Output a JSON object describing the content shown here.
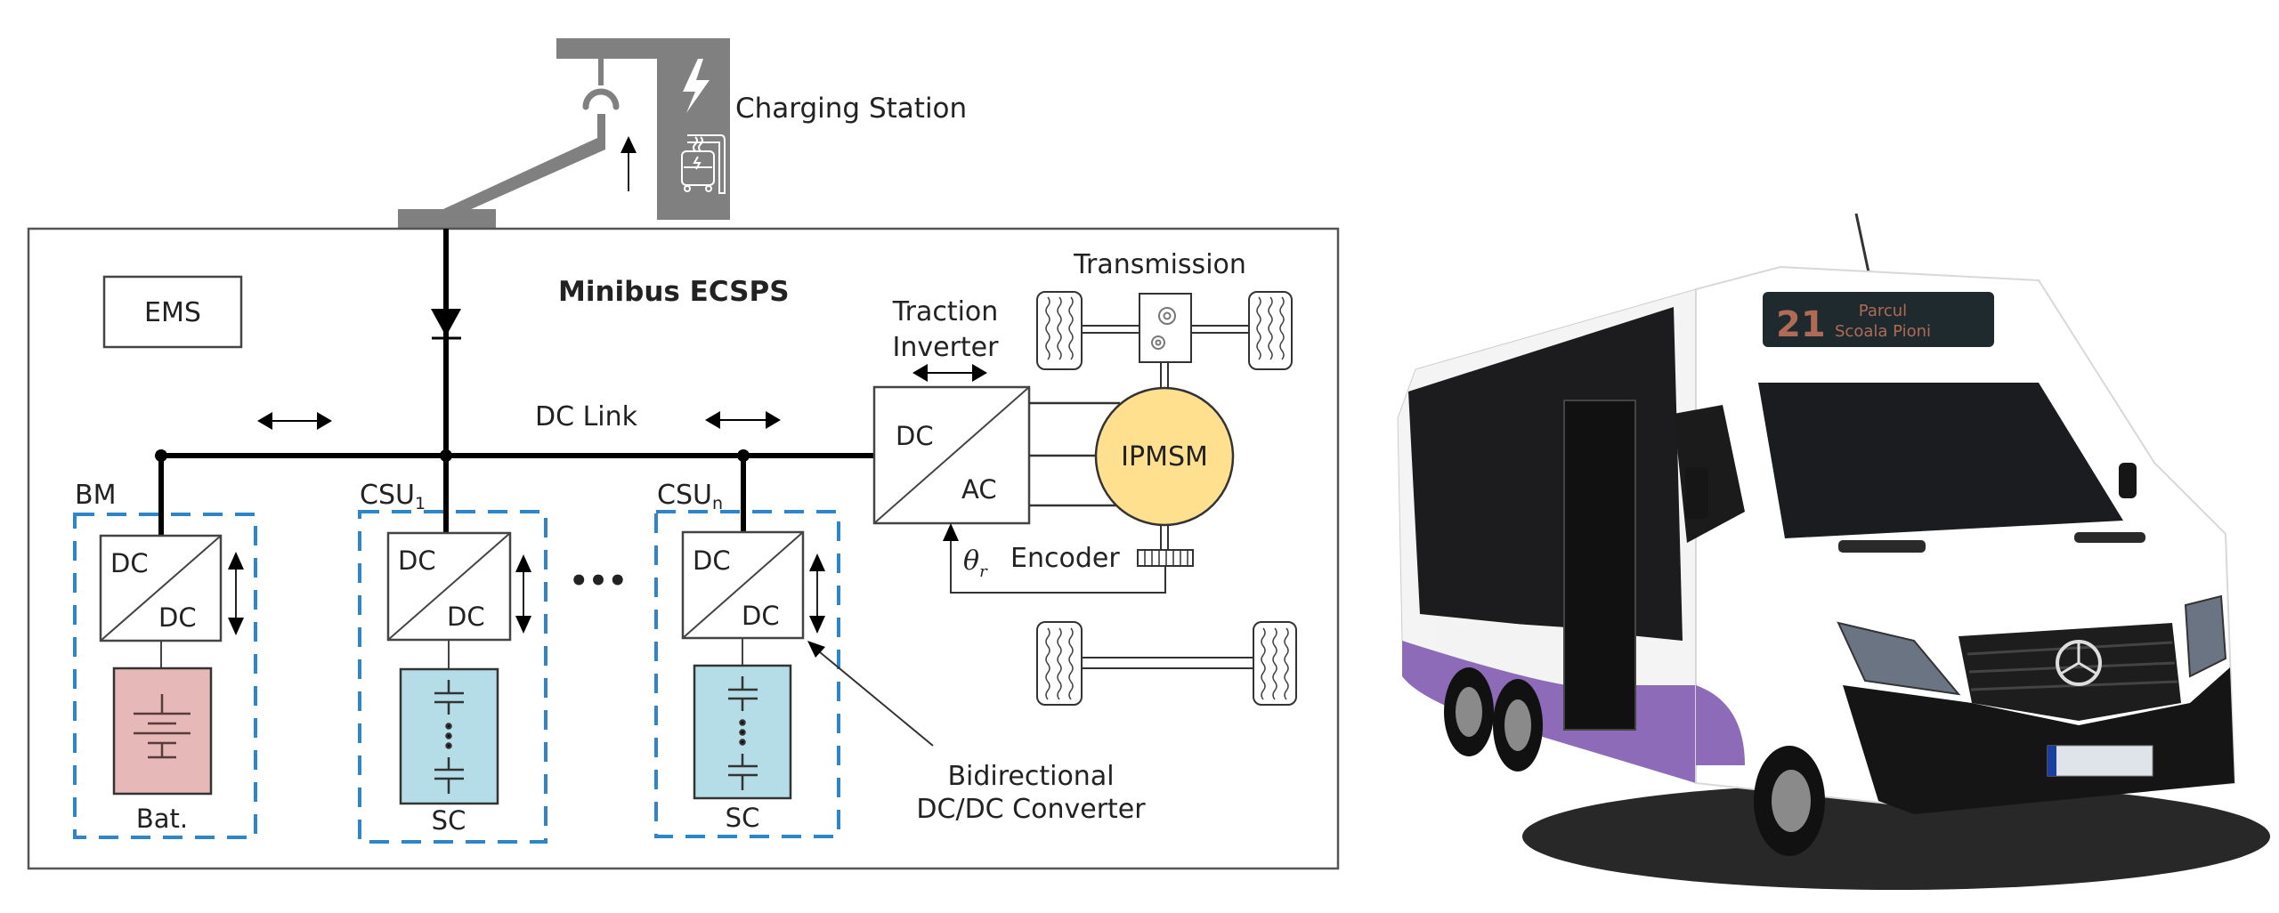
{
  "figure": {
    "charging_station": {
      "label": "Charging Station",
      "color": "#808080",
      "icons": [
        "pantograph-icon",
        "lightning-icon",
        "electric-bus-icon",
        "up-arrow-icon"
      ]
    },
    "system": {
      "title": "Minibus ECSPS",
      "ems_label": "EMS",
      "dc_link_label": "DC Link",
      "modules": [
        {
          "id": "bm",
          "name": "BM",
          "name_sub": "",
          "converter_top": "DC",
          "converter_bottom": "DC",
          "storage_label": "Bat.",
          "storage_type": "battery",
          "storage_color": "#E6B8B7"
        },
        {
          "id": "csu1",
          "name": "CSU",
          "name_sub": "1",
          "converter_top": "DC",
          "converter_bottom": "DC",
          "storage_label": "SC",
          "storage_type": "supercapacitor",
          "storage_color": "#B4DDE8"
        },
        {
          "id": "csun",
          "name": "CSU",
          "name_sub": "n",
          "converter_top": "DC",
          "converter_bottom": "DC",
          "storage_label": "SC",
          "storage_type": "supercapacitor",
          "storage_color": "#B4DDE8"
        }
      ],
      "module_frame_color": "#2E86C8",
      "ellipsis": "•••",
      "inverter": {
        "title_line1": "Traction",
        "title_line2": "Inverter",
        "top": "DC",
        "bottom": "AC"
      },
      "motor": {
        "label": "IPMSM",
        "color": "#FFE08F"
      },
      "transmission_label": "Transmission",
      "encoder_label": "Encoder",
      "theta_symbol": "θ",
      "theta_sub": "r",
      "converter_annotation_line1": "Bidirectional",
      "converter_annotation_line2": "DC/DC Converter"
    },
    "photo": {
      "subject": "minibus",
      "route_number": "21",
      "destination_line1": "Parcul",
      "destination_line2": "Scoala Pioni",
      "body_color": "#FFFFFF",
      "accent_color": "#8E6BB8"
    }
  }
}
